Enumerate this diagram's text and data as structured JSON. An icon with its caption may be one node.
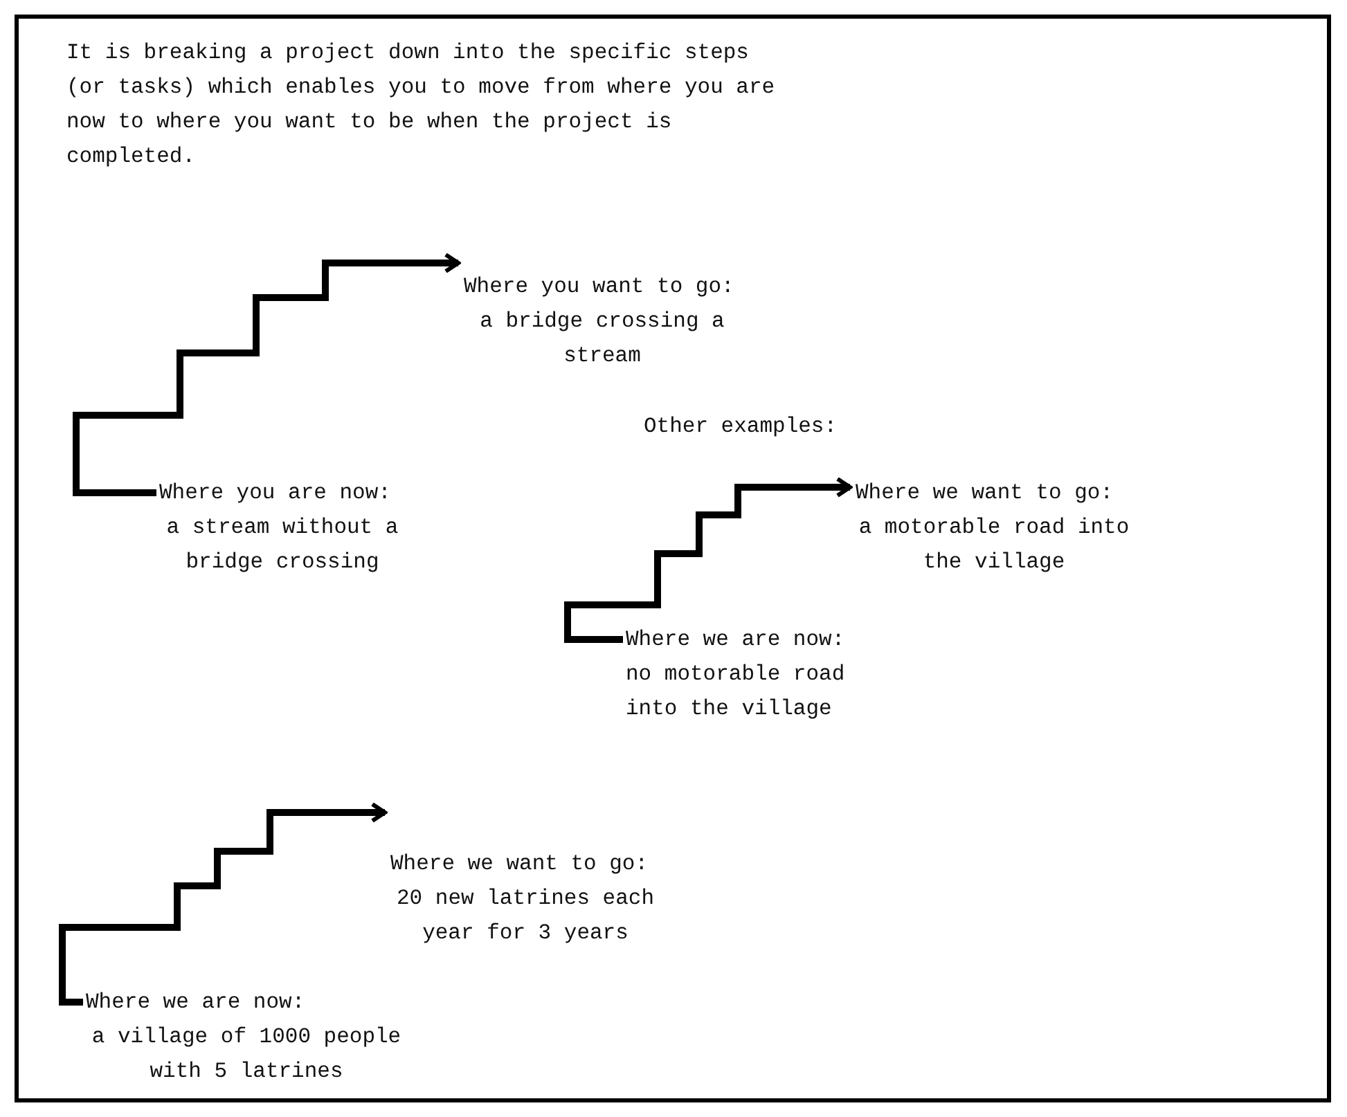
{
  "diagram": {
    "nodes": [
      {
        "text": [
          "Where you want to go:",
          "a bridge crossing a stream"
        ]
      },
      {
        "text": [
          "Where you are now:",
          "a stream without a bridge crossing"
        ]
      },
      {
        "text": [
          "Where we want to go:",
          "a motorable road into the village"
        ]
      },
      {
        "text": [
          "Where we are now:",
          "no motorable road into the village"
        ]
      },
      {
        "text": [
          "Where we want to go:",
          "20 new latrines each year for 3 years"
        ]
      },
      {
        "text": [
          "Where we are now:",
          "a village of 1000 people with 5 latrines"
        ]
      }
    ],
    "edges": [
      {
        "from": 1,
        "to": 0,
        "arrow": "to"
      },
      {
        "from": 3,
        "to": 2,
        "arrow": "to"
      },
      {
        "from": 5,
        "to": 4,
        "arrow": "to"
      }
    ],
    "labels": [
      "It is breaking a project down into the specific steps (or tasks) which enables you to move from where you are now to where you want to be when the project is completed.",
      "Other examples:"
    ]
  }
}
